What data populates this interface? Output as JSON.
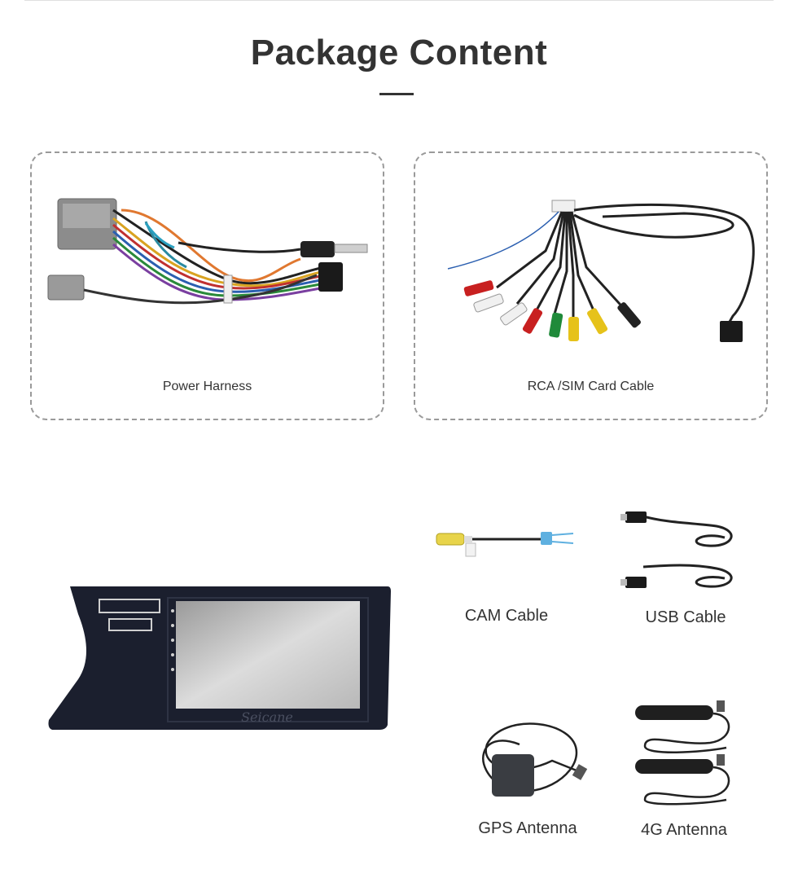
{
  "page": {
    "title": "Package Content"
  },
  "items": {
    "power_harness": {
      "label": "Power Harness"
    },
    "rca_sim_cable": {
      "label": "RCA /SIM Card Cable"
    },
    "cam_cable": {
      "label": "CAM Cable"
    },
    "usb_cable": {
      "label": "USB Cable"
    },
    "gps_antenna": {
      "label": "GPS Antenna"
    },
    "antenna_4g": {
      "label": "4G Antenna"
    },
    "head_unit": {
      "brand": "Seicane"
    }
  }
}
